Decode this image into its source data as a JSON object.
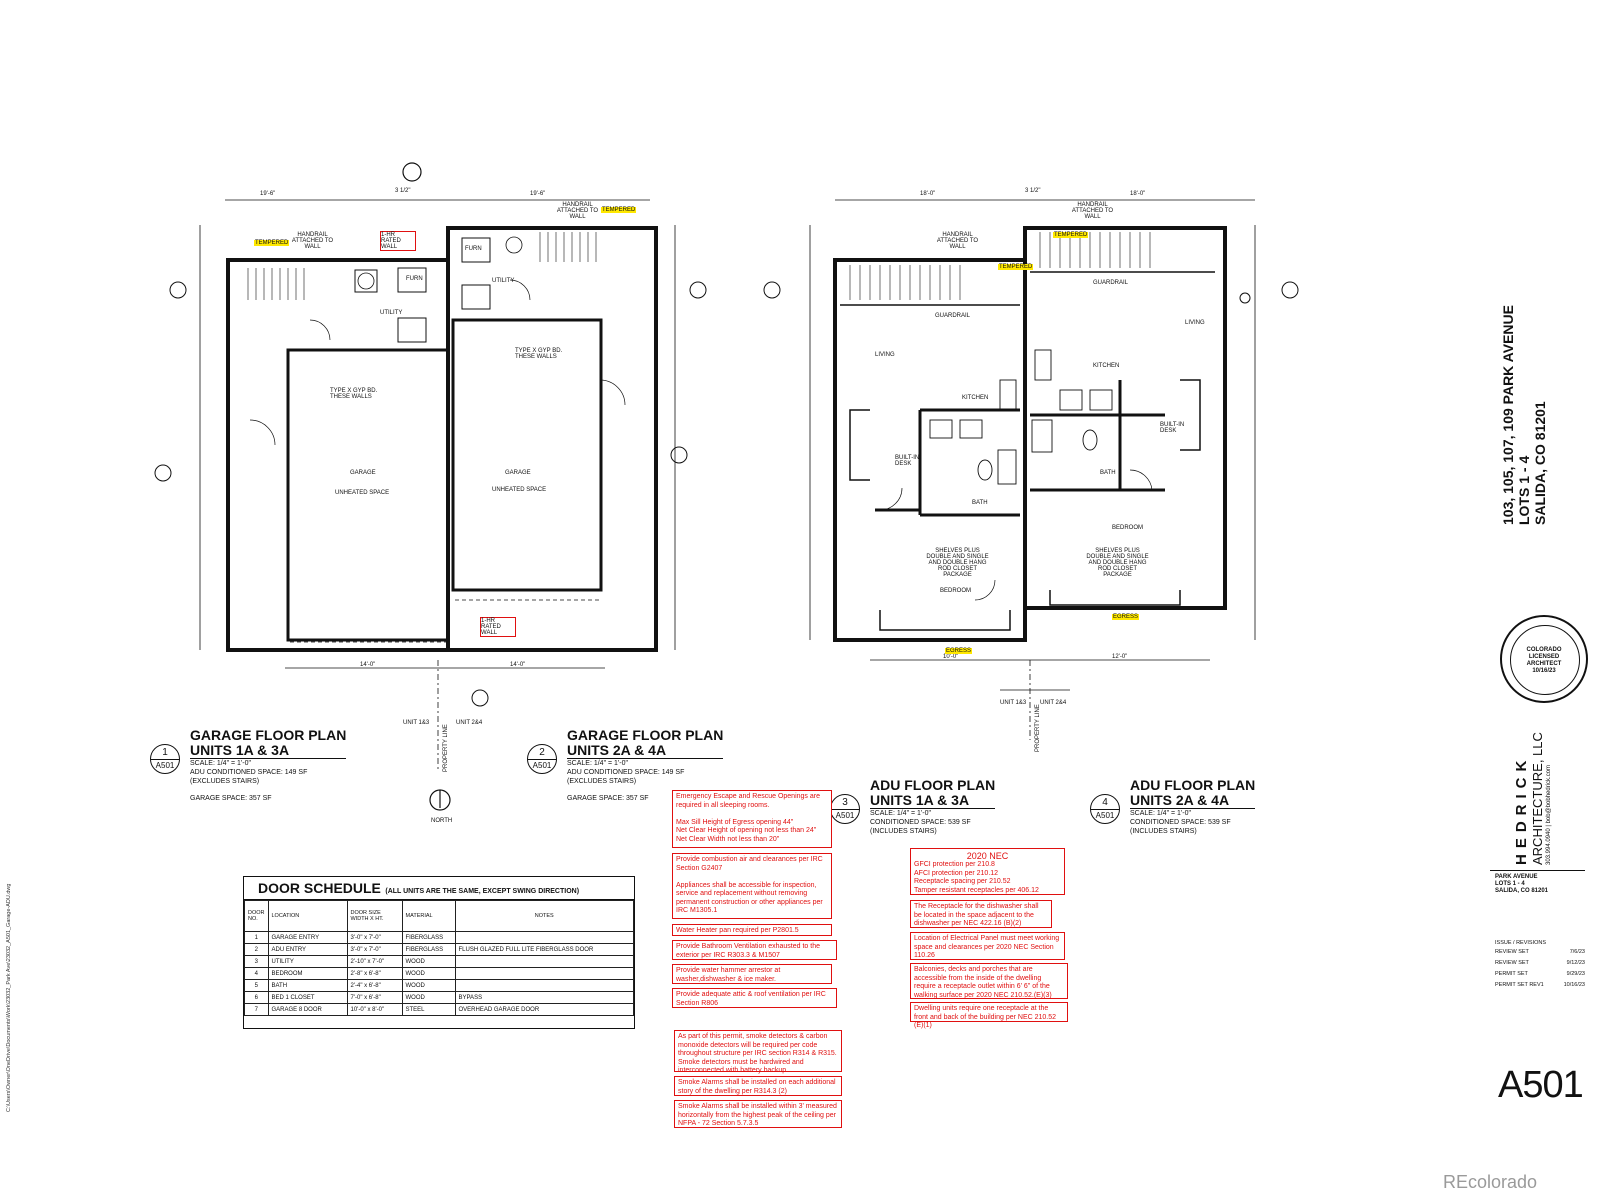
{
  "plans": [
    {
      "num": "1",
      "sheet": "A501",
      "title1": "GARAGE FLOOR PLAN",
      "title2": "UNITS 1A & 3A",
      "scale": "SCALE: 1/4\" = 1'-0\"",
      "line1": "ADU CONDITIONED SPACE: 149 SF",
      "line2": "(EXCLUDES STAIRS)",
      "line3": "GARAGE SPACE: 357 SF"
    },
    {
      "num": "2",
      "sheet": "A501",
      "title1": "GARAGE FLOOR PLAN",
      "title2": "UNITS 2A & 4A",
      "scale": "SCALE: 1/4\" = 1'-0\"",
      "line1": "ADU CONDITIONED SPACE: 149 SF",
      "line2": "(EXCLUDES STAIRS)",
      "line3": "GARAGE SPACE: 357 SF"
    },
    {
      "num": "3",
      "sheet": "A501",
      "title1": "ADU FLOOR PLAN",
      "title2": "UNITS 1A & 3A",
      "scale": "SCALE: 1/4\" = 1'-0\"",
      "line1": "CONDITIONED SPACE: 539 SF",
      "line2": "(INCLUDES STAIRS)"
    },
    {
      "num": "4",
      "sheet": "A501",
      "title1": "ADU FLOOR PLAN",
      "title2": "UNITS 2A & 4A",
      "scale": "SCALE: 1/4\" = 1'-0\"",
      "line1": "CONDITIONED SPACE: 539 SF",
      "line2": "(INCLUDES STAIRS)"
    }
  ],
  "room_labels": {
    "garage": "GARAGE",
    "unheated": "UNHEATED SPACE",
    "living": "LIVING",
    "kitchen": "KITCHEN",
    "bedroom": "BEDROOM",
    "bath": "BATH",
    "utility": "UTILITY",
    "furn": "FURN",
    "tempered": "TEMPERED",
    "egress": "EGRESS",
    "guardrail": "GUARDRAIL",
    "built_in_desk": "BUILT-IN DESK",
    "type_x": "TYPE X GYP BD. THESE WALLS",
    "handrail": "HANDRAIL ATTACHED TO WALL",
    "one_hr_wall": "1-HR RATED WALL",
    "shelves": "SHELVES PLUS DOUBLE AND SINGLE AND DOUBLE HANG ROD CLOSET PACKAGE",
    "north": "NORTH",
    "property_line": "PROPERTY LINE",
    "unit_13": "UNIT 1&3",
    "unit_24": "UNIT 2&4"
  },
  "door_schedule": {
    "title": "DOOR SCHEDULE",
    "subtitle": "(ALL UNITS ARE THE SAME, EXCEPT SWING DIRECTION)",
    "headers": [
      "DOOR NO.",
      "LOCATION",
      "DOOR SIZE WIDTH X HT.",
      "MATERIAL",
      "NOTES"
    ],
    "rows": [
      [
        "1",
        "GARAGE ENTRY",
        "3'-0\" x 7'-0\"",
        "FIBERGLASS",
        ""
      ],
      [
        "2",
        "ADU ENTRY",
        "3'-0\" x 7'-0\"",
        "FIBERGLASS",
        "FLUSH GLAZED FULL LITE FIBERGLASS DOOR"
      ],
      [
        "3",
        "UTILITY",
        "2'-10\" x 7'-0\"",
        "WOOD",
        ""
      ],
      [
        "4",
        "BEDROOM",
        "2'-8\" x 6'-8\"",
        "WOOD",
        ""
      ],
      [
        "5",
        "BATH",
        "2'-4\" x 6'-8\"",
        "WOOD",
        ""
      ],
      [
        "6",
        "BED 1 CLOSET",
        "7'-0\" x 6'-8\"",
        "WOOD",
        "BYPASS"
      ],
      [
        "7",
        "GARAGE 8 DOOR",
        "10'-0\" x 8'-0\"",
        "STEEL",
        "OVERHEAD GARAGE DOOR"
      ]
    ]
  },
  "red_notes_left": [
    "Emergency Escape and Rescue Openings are required in all sleeping rooms.\n\nMax Sill Height of Egress opening 44\"\nNet Clear Height of opening not less than 24\"\nNet Clear Width not less than 20\"",
    "Provide combustion air and clearances per IRC Section G2407\n\nAppliances shall be accessible for inspection, service and replacement without removing permanent construction or other appliances per IRC M1305.1",
    "Water Heater pan required per P2801.5",
    "Provide Bathroom Ventilation exhausted to the exterior per IRC R303.3 & M1507",
    "Provide water hammer arrestor at washer,dishwasher & ice maker.",
    "Provide adequate attic & roof ventilation per IRC Section R806",
    "As part of this permit, smoke detectors & carbon monoxide detectors will be required per code throughout structure per IRC section R314 & R315. Smoke detectors must be hardwired and interconnected with battery backup.",
    "Smoke Alarms shall be installed on each additional story of the dwelling per R314.3 (2)",
    "Smoke Alarms shall be installed within 3' measured horizontally from the highest peak of the ceiling per NFPA - 72 Section 5.7.3.5"
  ],
  "nec": {
    "title": "2020 NEC",
    "lines": [
      "GFCI protection per 210.8",
      "AFCI protection per 210.12",
      "Receptacle spacing per 210.52",
      "Tamper resistant receptacles per 406.12"
    ]
  },
  "red_notes_right": [
    "The Receptacle for the dishwasher shall be located in the space adjacent to the dishwasher per NEC 422.16 (B)(2)",
    "Location of Electrical Panel must meet working space and clearances per 2020 NEC Section 110.26",
    "Balconies, decks and porches that are accessible from the inside of the dwelling require a receptacle outlet within 6' 6\" of the walking surface per 2020 NEC 210.52.(E)(3)",
    "Dwelling units require one receptacle at the front and back of the building per NEC 210.52 (E)(1)"
  ],
  "title_block": {
    "address1": "103, 105, 107, 109 PARK AVENUE",
    "address2": "LOTS 1 - 4",
    "address3": "SALIDA, CO 81201",
    "firm1": "HEDRICK",
    "firm2": "ARCHITECTURE, LLC",
    "firm3": "303.994.0940  |  bob@bobhedrick.com",
    "seal_text": "COLORADO LICENSED ARCHITECT 10/16/23",
    "project1": "PARK AVENUE",
    "project2": "LOTS 1 - 4",
    "project3": "SALIDA, CO 81201",
    "issue_header": "ISSUE / REVISIONS",
    "issues": [
      {
        "name": "REVIEW SET",
        "date": "7/6/23"
      },
      {
        "name": "REVIEW SET",
        "date": "9/12/23"
      },
      {
        "name": "PERMIT SET",
        "date": "9/29/23"
      },
      {
        "name": "PERMIT SET REV1",
        "date": "10/16/23"
      }
    ],
    "sheet": "A501",
    "file_path": "C:\\Users\\Owner\\OneDrive\\Documents\\Work\\23032_Park Ave\\23032_A501_Garage-ADU.dwg"
  },
  "watermark": "REcolorado",
  "colors": {
    "red": "#e01010",
    "yellow": "#ffe800",
    "line": "#111111"
  }
}
